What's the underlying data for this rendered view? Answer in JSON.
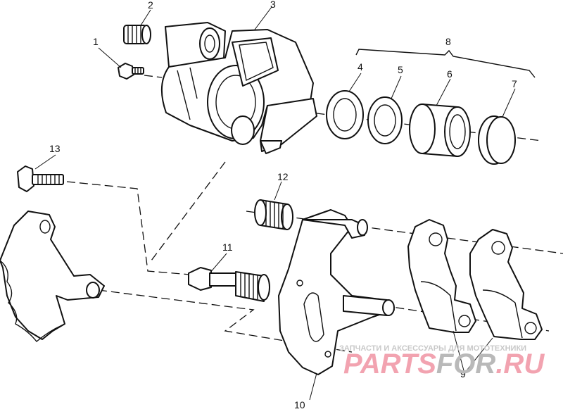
{
  "diagram": {
    "callouts": [
      "1",
      "2",
      "3",
      "4",
      "5",
      "6",
      "7",
      "8",
      "9",
      "10",
      "11",
      "12",
      "13"
    ],
    "watermark": {
      "caption": "ЗАПЧАСТИ И АКСЕССУАРЫ ДЛЯ МОТОТЕХНИКИ",
      "brand_a": "PARTS",
      "brand_b": "FOR",
      "brand_c": ".RU",
      "color_a": "#f2a3b0",
      "color_b": "#b9b9b9"
    }
  }
}
